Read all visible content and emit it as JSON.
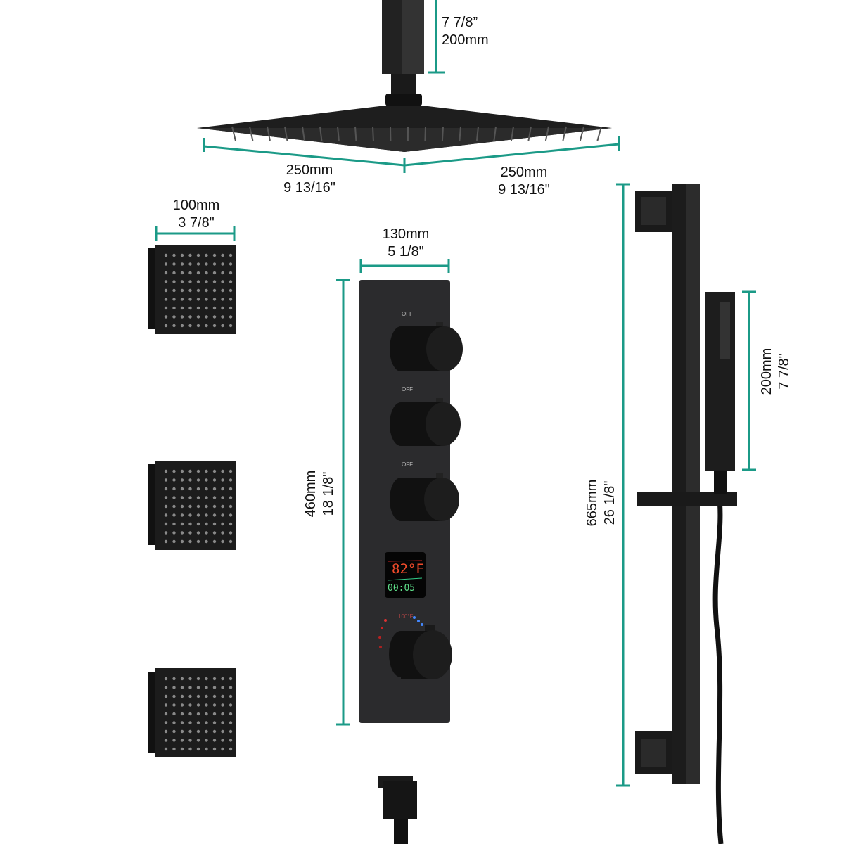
{
  "colors": {
    "dimension_line": "#1b9a87",
    "fixture": "#1c1c1c",
    "panel": "#2b2b2d"
  },
  "dimensions": {
    "arm": {
      "mm": "200mm",
      "in": "7 7/8”"
    },
    "head_left": {
      "mm": "250mm",
      "in": "9 13/16\""
    },
    "head_right": {
      "mm": "250mm",
      "in": "9 13/16\""
    },
    "body_jet": {
      "mm": "100mm",
      "in": "3 7/8\""
    },
    "panel_width": {
      "mm": "130mm",
      "in": "5 1/8\""
    },
    "panel_height": {
      "mm": "460mm",
      "in": "18 1/8\""
    },
    "slide_bar": {
      "mm": "665mm",
      "in": "26 1/8\""
    },
    "handheld": {
      "mm": "200mm",
      "in": "7 7/8\""
    }
  },
  "panel": {
    "knob_labels": [
      "OFF",
      "OFF",
      "OFF"
    ],
    "display": {
      "temperature": "82°F",
      "timer": "00:05"
    },
    "thermostat_label": "100°F"
  }
}
